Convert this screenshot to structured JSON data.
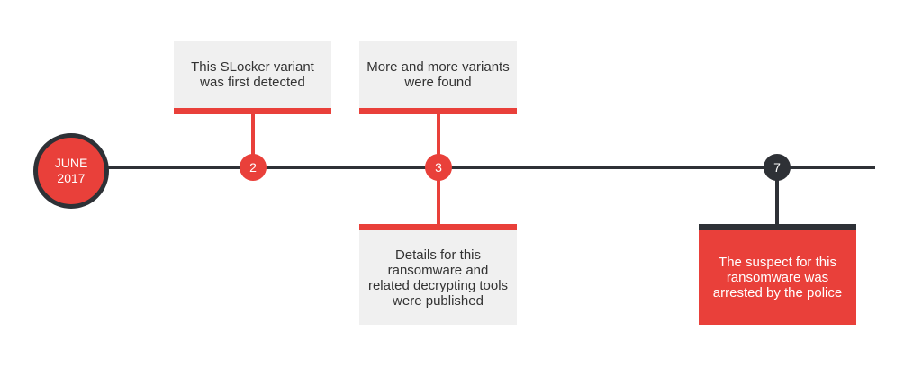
{
  "start": {
    "month": "JUNE",
    "year": "2017"
  },
  "events": [
    {
      "number": "2",
      "text": "This SLocker variant was first detected"
    },
    {
      "number": "3",
      "text_above": "More and more variants were found",
      "text_below": "Details for this ransomware and related decrypting tools were published"
    },
    {
      "number": "7",
      "text": "The suspect for this ransomware was arrested by the police"
    }
  ],
  "colors": {
    "accent": "#e9403a",
    "dark": "#2e3136",
    "card_bg": "#f0f0f0"
  }
}
